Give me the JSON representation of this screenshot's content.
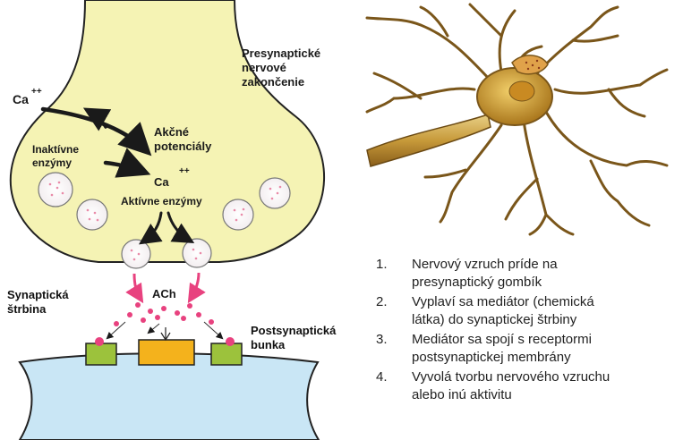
{
  "synapse": {
    "presynaptic_label": "Presynaptické nervové zakončenie",
    "presynaptic_lines": [
      "Presynaptické",
      "nervové",
      "zakončenie"
    ],
    "ca_label": "Ca",
    "ca_superscript": "++",
    "inactive_enzymes_lines": [
      "Inaktívne",
      "enzýmy"
    ],
    "action_potentials_lines": [
      "Akčné",
      "potenciály"
    ],
    "ca_inner_label": "Ca",
    "ca_inner_superscript": "++",
    "active_enzymes_label": "Aktívne enzýmy",
    "ach_label": "ACh",
    "cleft_lines": [
      "Synaptická",
      "štrbina"
    ],
    "postsynaptic_lines": [
      "Postsynaptická",
      "bunka"
    ]
  },
  "steps": [
    {
      "number": "1.",
      "lines": [
        "Nervový vzruch príde na",
        "presynaptický gombík"
      ]
    },
    {
      "number": "2.",
      "lines": [
        "Vyplaví sa mediátor (chemická",
        "látka) do synaptickej štrbiny"
      ]
    },
    {
      "number": "3.",
      "lines": [
        "Mediátor sa spojí s receptormi",
        "postsynaptickej membrány"
      ]
    },
    {
      "number": "4.",
      "lines": [
        "Vyvolá tvorbu nervového vzruchu",
        "alebo inú aktivitu"
      ]
    }
  ],
  "colors": {
    "terminal_fill": "#f5f3b4",
    "postsynaptic_fill": "#c9e6f5",
    "ach_pink": "#e8427f",
    "receptor_green": "#9cc23c",
    "channel_orange": "#f4b21c",
    "neuron_brown": "#a97a1e"
  }
}
